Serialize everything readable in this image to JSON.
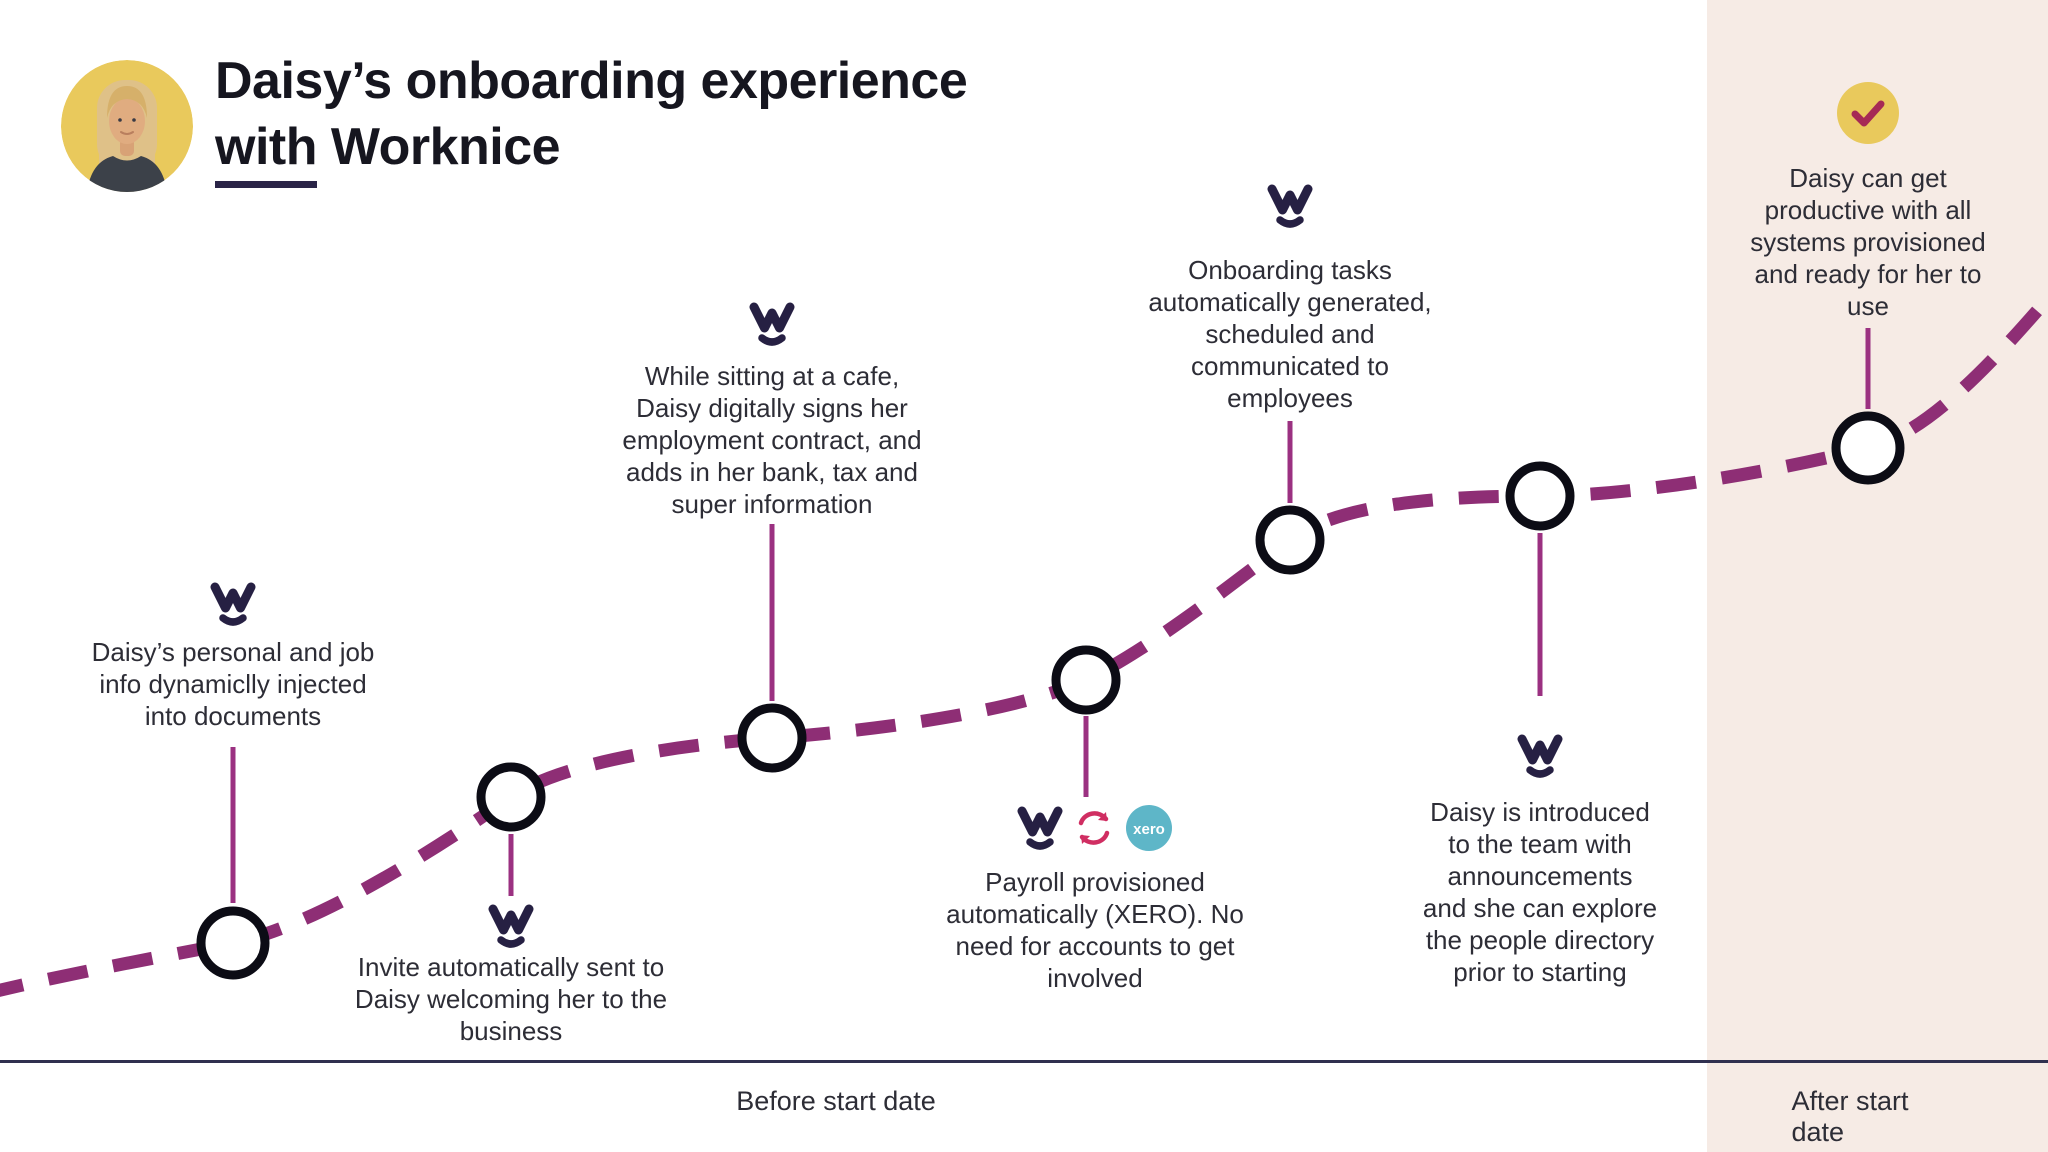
{
  "header": {
    "title_line1": "Daisy’s onboarding experience",
    "title_underlined_word": "with",
    "title_line2_rest": " Worknice"
  },
  "avatar": {
    "description": "Photo of Daisy on yellow circle"
  },
  "milestones": [
    {
      "text": "Daisy’s personal and job\ninfo dynamiclly injected\ninto documents"
    },
    {
      "text": "Invite automatically sent to\nDaisy welcoming her to the\nbusiness"
    },
    {
      "text": "While sitting at a cafe,\nDaisy digitally signs her\nemployment contract, and\nadds in her bank, tax and\nsuper information"
    },
    {
      "text": "Payroll provisioned\nautomatically (XERO). No\nneed for accounts to get\ninvolved"
    },
    {
      "text": "Onboarding tasks\nautomatically generated,\nscheduled and\ncommunicated to\nemployees"
    },
    {
      "text": "Daisy is introduced\nto the team with\nannouncements\nand she can explore\nthe people directory\nprior to starting"
    },
    {
      "text": "Daisy can get\nproductive with all\nsystems provisioned\nand ready for her to\nuse"
    }
  ],
  "integration": {
    "xero_label": "xero"
  },
  "axis": {
    "before_label": "Before start date",
    "after_label": "After start date"
  },
  "icons": {
    "worknice_logo": "worknice-w-with-smile",
    "sync": "circular-sync-arrows",
    "xero": "xero-teal-circle",
    "check": "yellow-circle-checkmark",
    "avatar": "daisy-photo"
  },
  "colors": {
    "curve_purple": "#8e2e75",
    "connector_purple": "#9b3181",
    "node_border": "#0c0c15",
    "after_panel_beige": "#f6ebe5",
    "brand_navy": "#262043",
    "accent_yellow": "#e9c95c",
    "check_crimson": "#a62a55",
    "xero_teal": "#5eb6c8",
    "sync_pink": "#d02e62",
    "axis_navy": "#30304f"
  }
}
